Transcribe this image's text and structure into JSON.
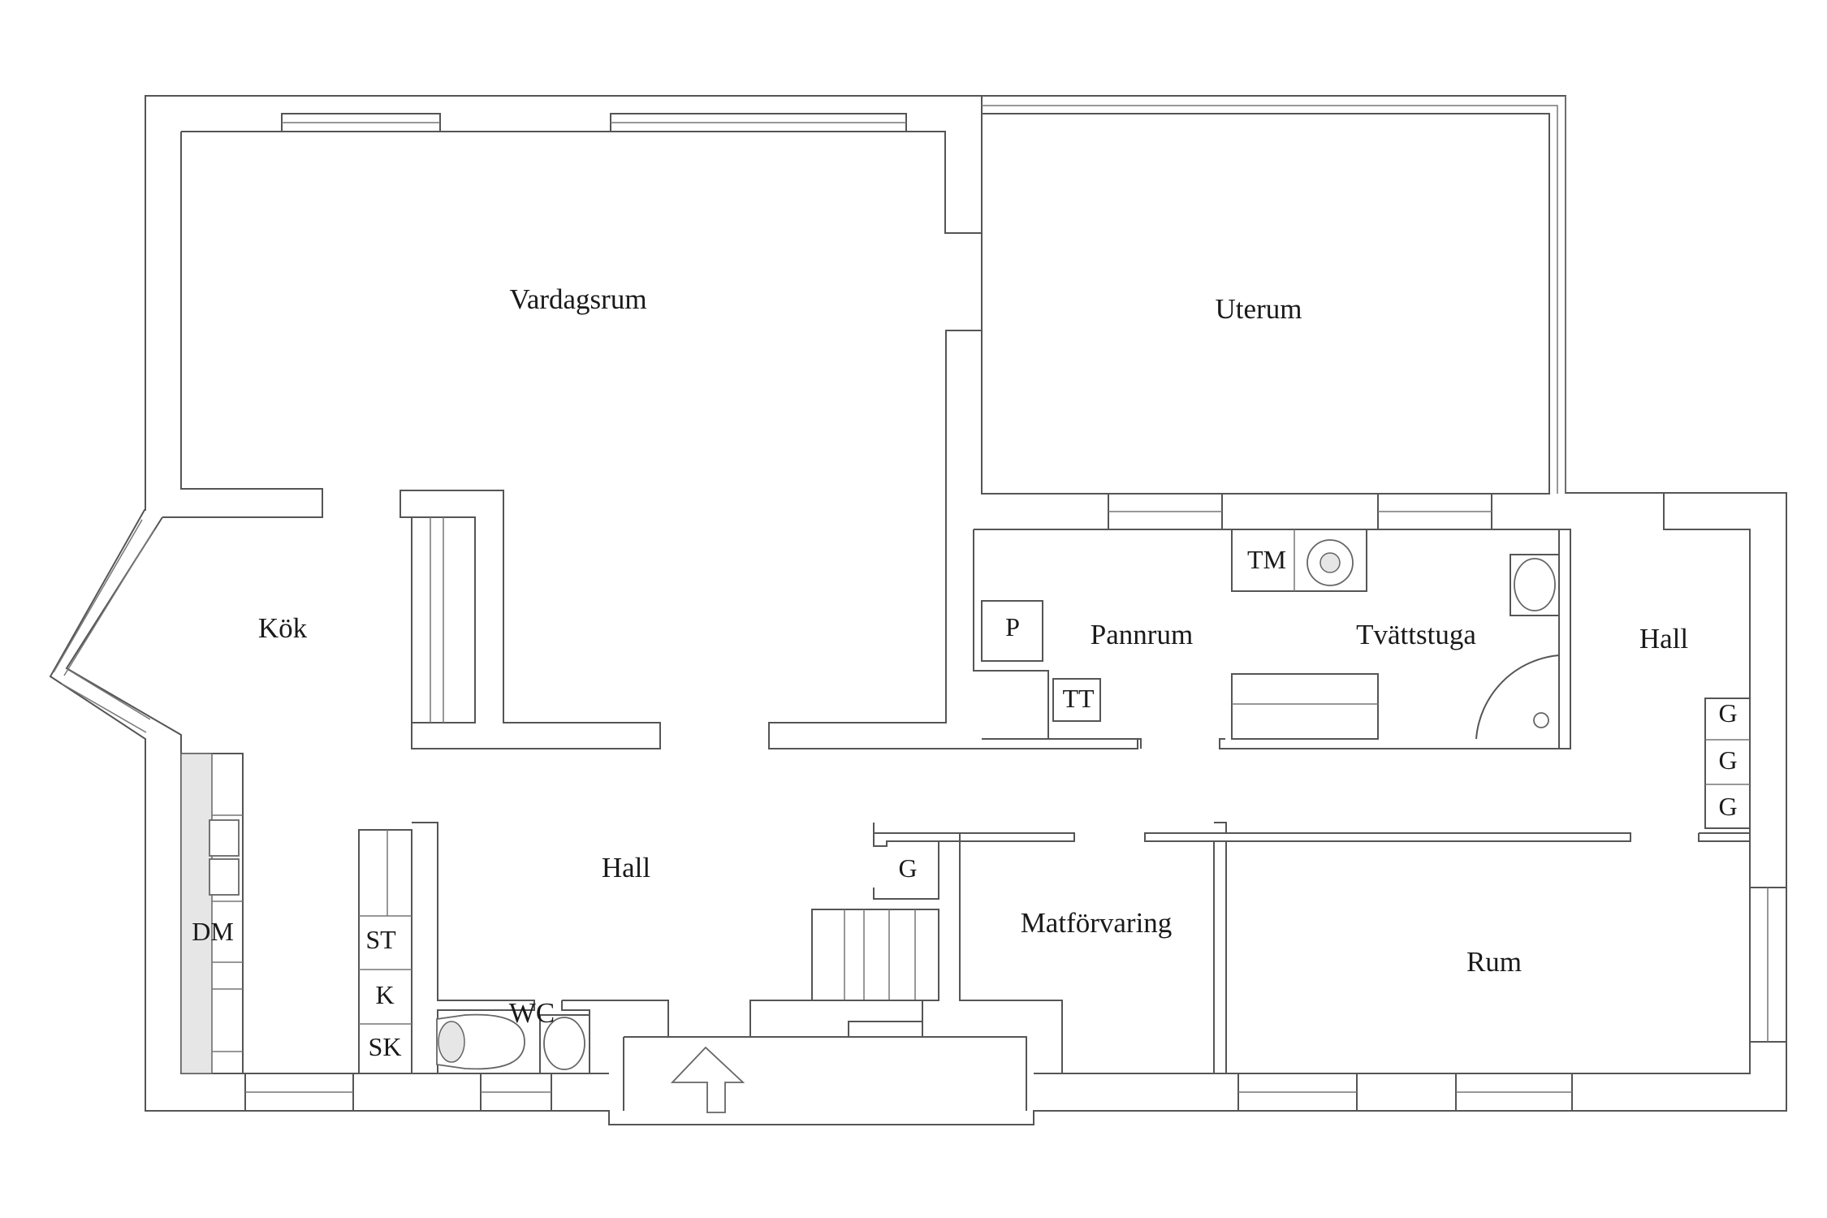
{
  "floorplan": {
    "rooms": {
      "vardagsrum": "Vardagsrum",
      "uterum": "Uterum",
      "kok": "Kök",
      "pannrum": "Pannrum",
      "tvattstuga": "Tvättstuga",
      "hall_east": "Hall",
      "hall_main": "Hall",
      "matforvaring": "Matförvaring",
      "rum": "Rum",
      "wc": "WC"
    },
    "fixtures": {
      "tm": "TM",
      "p": "P",
      "tt": "TT",
      "g_1": "G",
      "g_2": "G",
      "g_3": "G",
      "g_hall": "G",
      "dm": "DM",
      "st": "ST",
      "k": "K",
      "sk": "SK"
    },
    "colors": {
      "wall_stroke": "#555555",
      "background": "#ffffff",
      "text": "#1a1a1a"
    },
    "icons": {
      "entrance": "up-arrow-icon"
    }
  }
}
